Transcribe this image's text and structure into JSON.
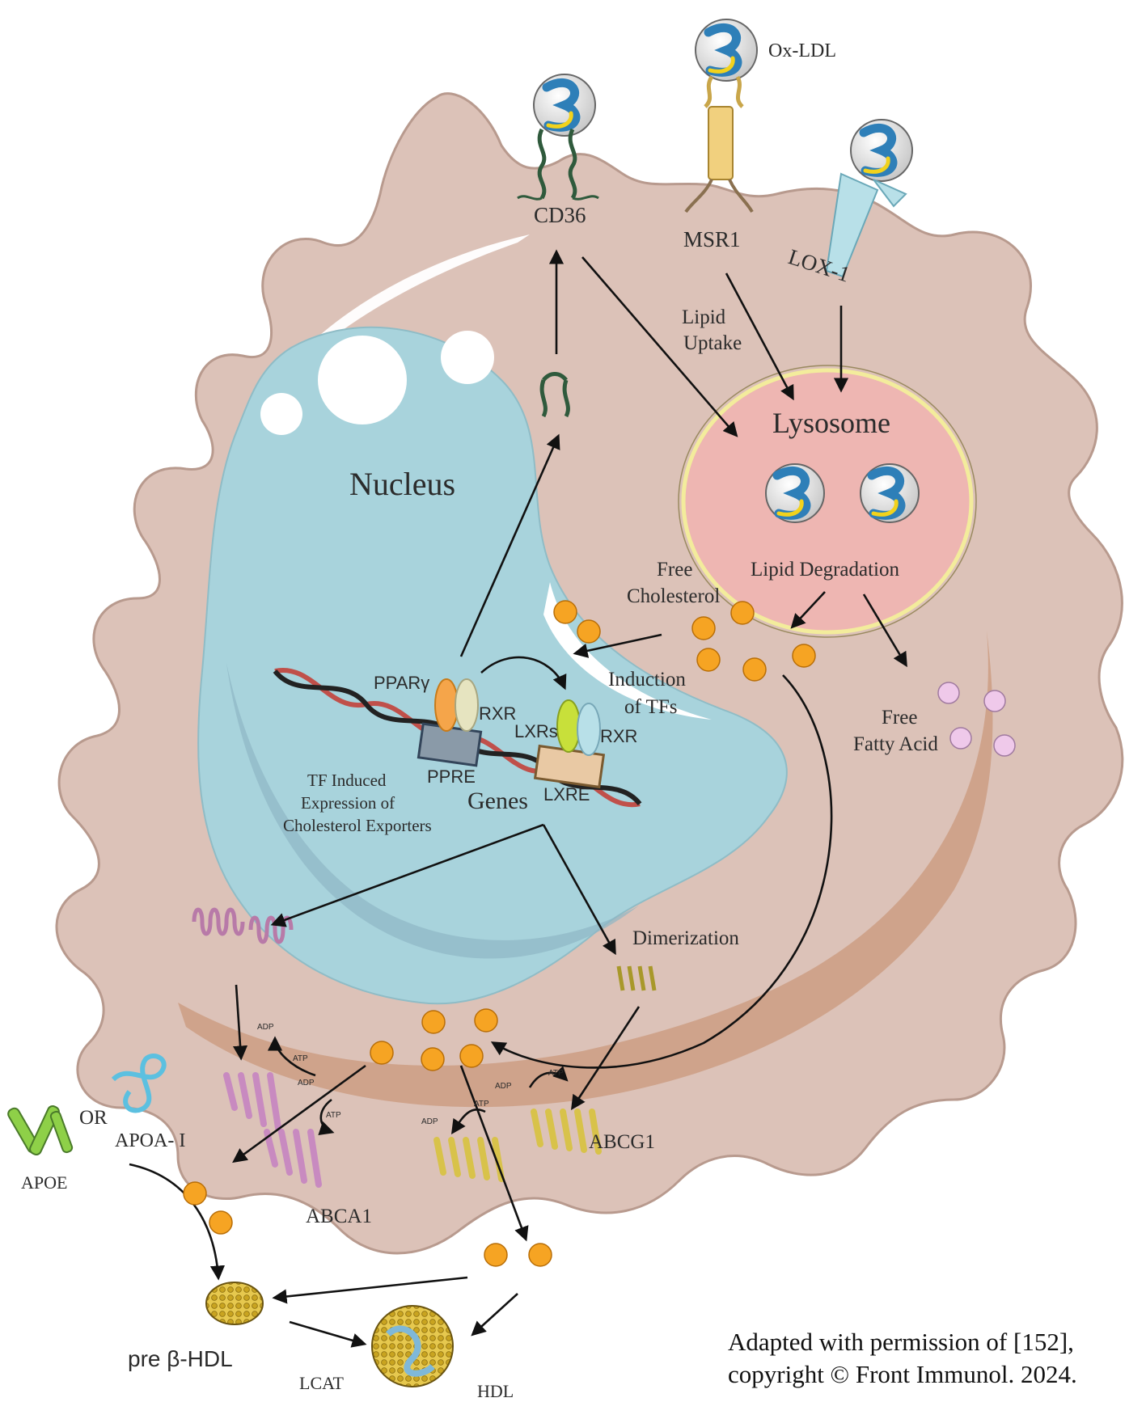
{
  "labels": {
    "ox_ldl": "Ox-LDL",
    "cd36": "CD36",
    "msr1": "MSR1",
    "lox1": "LOX-1",
    "lipid_uptake_1": "Lipid",
    "lipid_uptake_2": "Uptake",
    "lysosome": "Lysosome",
    "lipid_degradation": "Lipid Degradation",
    "nucleus": "Nucleus",
    "free_cholesterol_1": "Free",
    "free_cholesterol_2": "Cholesterol",
    "induction_1": "Induction",
    "induction_2": "of TFs",
    "free_fatty_acid_1": "Free",
    "free_fatty_acid_2": "Fatty Acid",
    "ppar": "PPARγ",
    "rxr_1": "RXR",
    "rxr_2": "RXR",
    "lxrs": "LXRs",
    "ppre": "PPRE",
    "lxre": "LXRE",
    "genes": "Genes",
    "tf_1": "TF Induced",
    "tf_2": "Expression of",
    "tf_3": "Cholesterol Exporters",
    "dimerization": "Dimerization",
    "adp": "ADP",
    "atp": "ATP",
    "or": "OR",
    "apoa1": "APOA- I",
    "apoe": "APOE",
    "abca1": "ABCA1",
    "abcg1": "ABCG1",
    "pre_hdl": "pre β-HDL",
    "lcat": "LCAT",
    "hdl": "HDL"
  },
  "credit": {
    "line1": "Adapted with permission of [152],",
    "line2": "copyright © Front Immunol. 2024."
  },
  "colors": {
    "cell": "#dcc2b8",
    "cell_stroke": "#b89a8e",
    "nucleus": "#a8d3dc",
    "lysosome": "#eeb6b2",
    "lysosome_rim": "#f3ec9c",
    "cholesterol": "#f6a423",
    "fatty_acid": "#efc9ea",
    "abca1": "#e9b4dc",
    "abcg1": "#f1e07a",
    "ldl_blue": "#2e7fb8"
  }
}
